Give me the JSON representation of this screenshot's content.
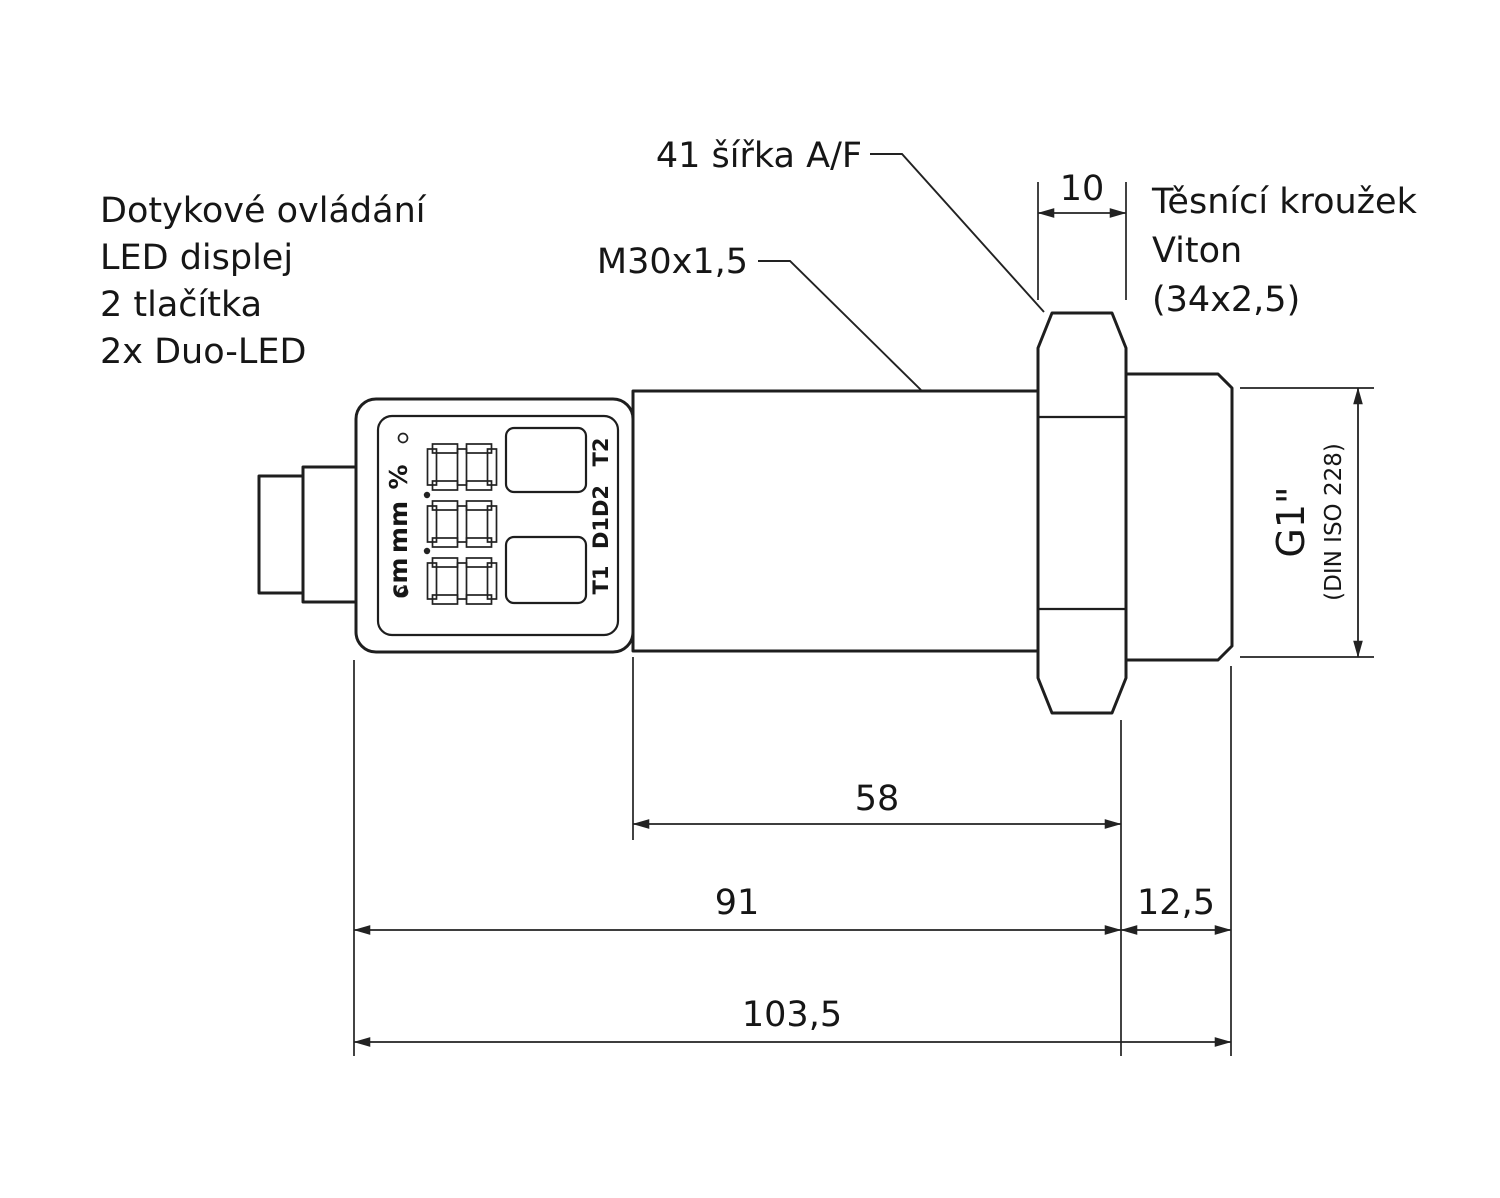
{
  "meta": {
    "background": "#ffffff",
    "ink": "#1e1e1e",
    "drawing_type": "sensor-dimensional-drawing"
  },
  "labels": {
    "features": [
      "Dotykové ovládání",
      "LED displej",
      "2 tlačítka",
      "2x Duo-LED"
    ],
    "width_af": "41 šířka A/F",
    "thread_m30": "M30x1,5",
    "seal": [
      "Těsnící kroužek",
      "Viton",
      "(34x2,5)"
    ],
    "g1": "G1\"",
    "g1_standard": "(DIN ISO 228)"
  },
  "dims": {
    "nut_thickness": "10",
    "m30_length": "58",
    "body_length": "91",
    "g1_length": "12,5",
    "total_length": "103,5"
  },
  "display": {
    "digits": "888",
    "units": [
      "%",
      "mm",
      "cm"
    ],
    "keys": [
      "T2",
      "D1D2",
      "T1"
    ]
  }
}
